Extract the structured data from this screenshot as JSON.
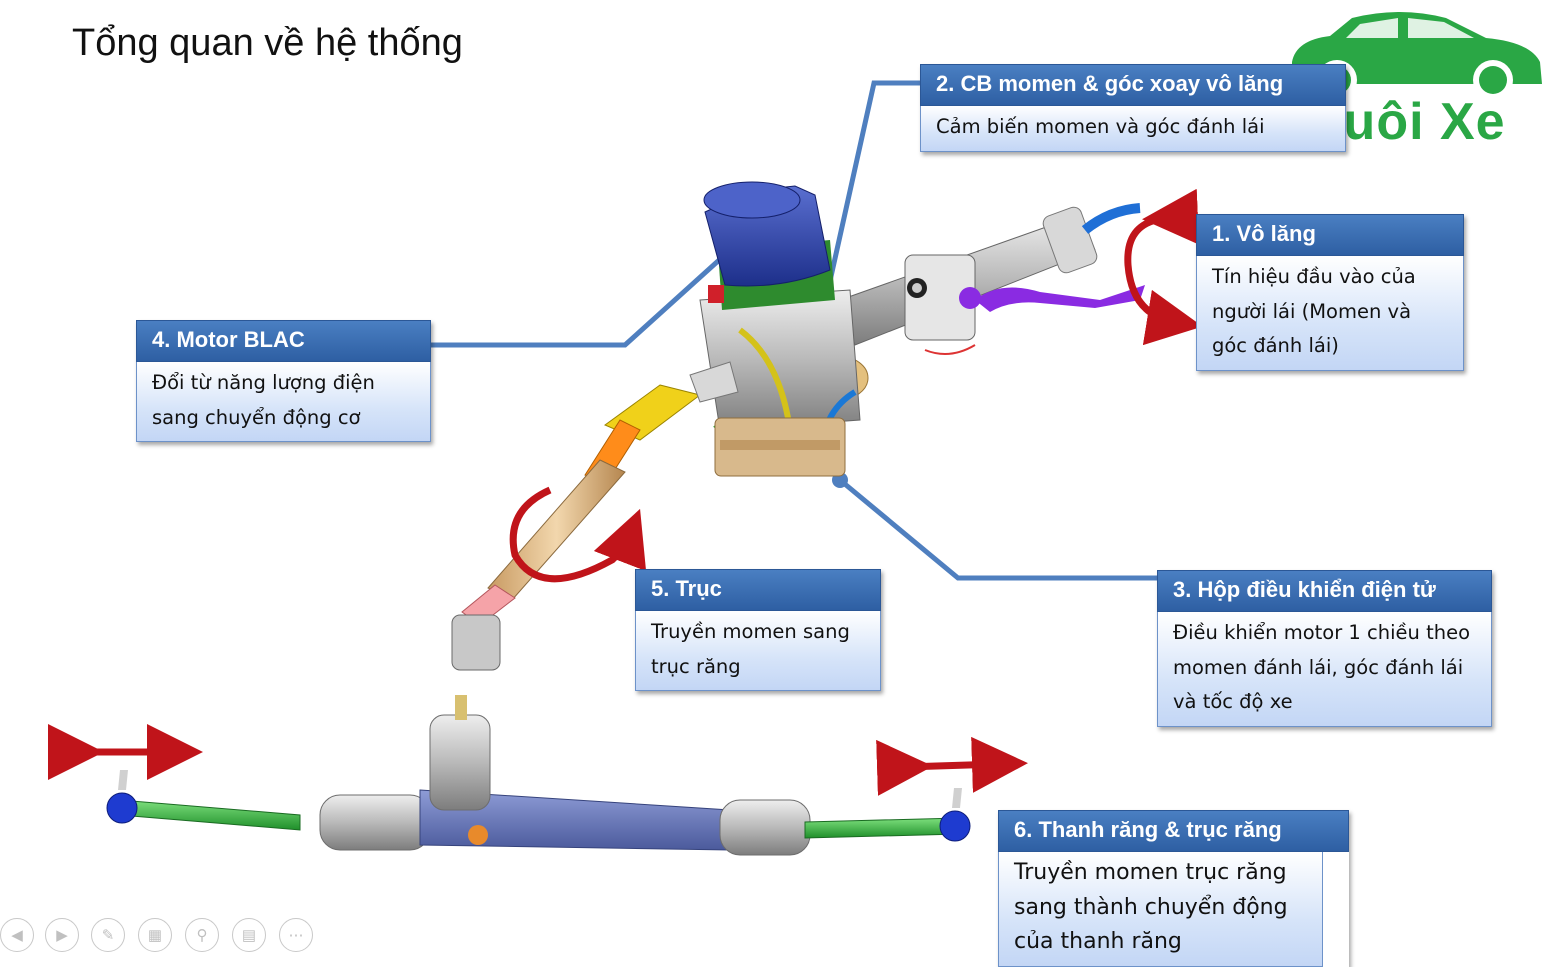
{
  "slide": {
    "title": "Tổng quan về hệ thống"
  },
  "logo": {
    "text": "Nuôi Xe",
    "color": "#2aa745"
  },
  "colors": {
    "callout_line": "#4f7fbf",
    "arrow": "#c0141a",
    "header": "#3a6db3"
  },
  "callouts": [
    {
      "id": "steering-wheel",
      "title": "1. Vô lăng",
      "body": [
        "Tín hiệu đầu vào của",
        "người lái (Momen và",
        "góc đánh lái)"
      ]
    },
    {
      "id": "torque-sensor",
      "title": "2. CB momen & góc xoay vô lăng",
      "body": [
        "Cảm biến momen và góc đánh lái"
      ]
    },
    {
      "id": "ecu",
      "title": "3. Hộp điều khiển điện tử",
      "body": [
        "Điều khiển motor 1 chiều theo",
        "momen đánh lái, góc đánh lái",
        "và tốc độ xe"
      ]
    },
    {
      "id": "motor",
      "title": "4. Motor BLAC",
      "body": [
        "Đổi từ năng lượng điện",
        "sang chuyển động cơ"
      ]
    },
    {
      "id": "shaft",
      "title": "5. Trục",
      "body": [
        "Truyền momen sang",
        "trục răng"
      ]
    },
    {
      "id": "rack",
      "title": "6. Thanh răng & trục răng",
      "body": [
        "Truyền momen trục răng",
        "sang thành chuyển động",
        "của thanh răng"
      ]
    }
  ],
  "nav_icons": [
    "previous-icon",
    "next-icon",
    "pen-icon",
    "slides-icon",
    "zoom-icon",
    "subtitles-icon",
    "more-icon"
  ]
}
